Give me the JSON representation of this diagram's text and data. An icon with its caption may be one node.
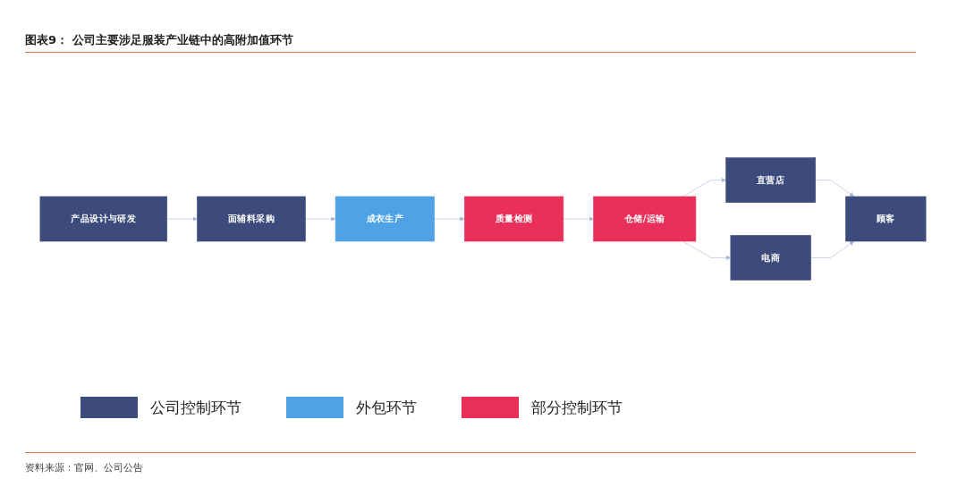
{
  "diagram": {
    "title": "图表9： 公司主要涉足服装产业链中的高附加值环节",
    "caption": "资料来源：官网、公司公告",
    "nodes": [
      {
        "text": [
          "产品设计与研发"
        ]
      },
      {
        "text": [
          "面辅料采购"
        ]
      },
      {
        "text": [
          "成衣生产"
        ]
      },
      {
        "text": [
          "质量检测"
        ]
      },
      {
        "text": [
          "仓储/运输"
        ]
      },
      {
        "text": [
          "直营店"
        ]
      },
      {
        "text": [
          "电商"
        ]
      },
      {
        "text": [
          "顾客"
        ]
      }
    ],
    "edges": [
      {
        "from": 0,
        "to": 1,
        "arrow": "to"
      },
      {
        "from": 1,
        "to": 2,
        "arrow": "to"
      },
      {
        "from": 2,
        "to": 3,
        "arrow": "to"
      },
      {
        "from": 3,
        "to": 4,
        "arrow": "to"
      },
      {
        "from": 4,
        "to": 5,
        "arrow": "to"
      },
      {
        "from": 4,
        "to": 6,
        "arrow": "to"
      },
      {
        "from": 5,
        "to": 7,
        "arrow": "to"
      },
      {
        "from": 6,
        "to": 7,
        "arrow": "to"
      }
    ],
    "legend": [
      {
        "text": "公司控制环节",
        "color": "#3c4b7c"
      },
      {
        "text": "外包环节",
        "color": "#4fa2e6"
      },
      {
        "text": "部分控制环节",
        "color": "#e8305a"
      }
    ]
  }
}
